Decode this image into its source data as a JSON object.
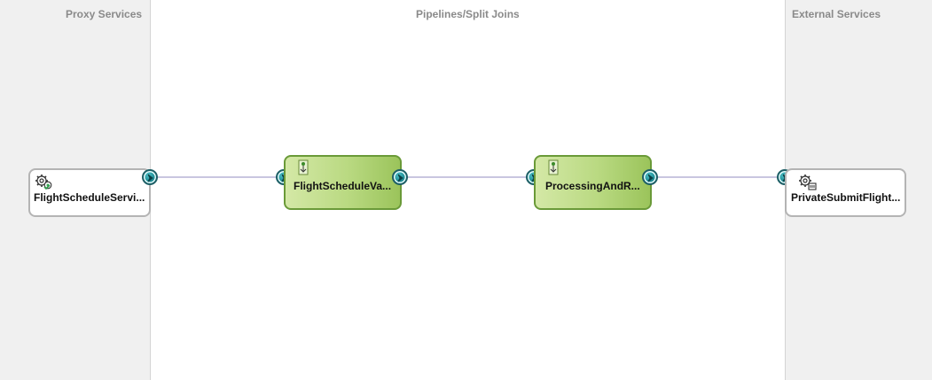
{
  "lanes": {
    "proxy_title": "Proxy Services",
    "pipelines_title": "Pipelines/Split Joins",
    "external_title": "External Services"
  },
  "nodes": {
    "proxy_service": {
      "label": "FlightScheduleServi...",
      "icon": "gear-cluster-icon"
    },
    "pipeline_1": {
      "label": "FlightScheduleVa...",
      "icon": "pipeline-icon"
    },
    "pipeline_2": {
      "label": "ProcessingAndR...",
      "icon": "pipeline-icon"
    },
    "business_service": {
      "label": "PrivateSubmitFlight...",
      "icon": "business-service-icon"
    }
  },
  "colors": {
    "lane_bg": "#f0f0f0",
    "wire": "#c9c6e0",
    "pipeline_fill": "#b9d981",
    "pipeline_border": "#6a9a38",
    "port": "#1b8a93"
  }
}
